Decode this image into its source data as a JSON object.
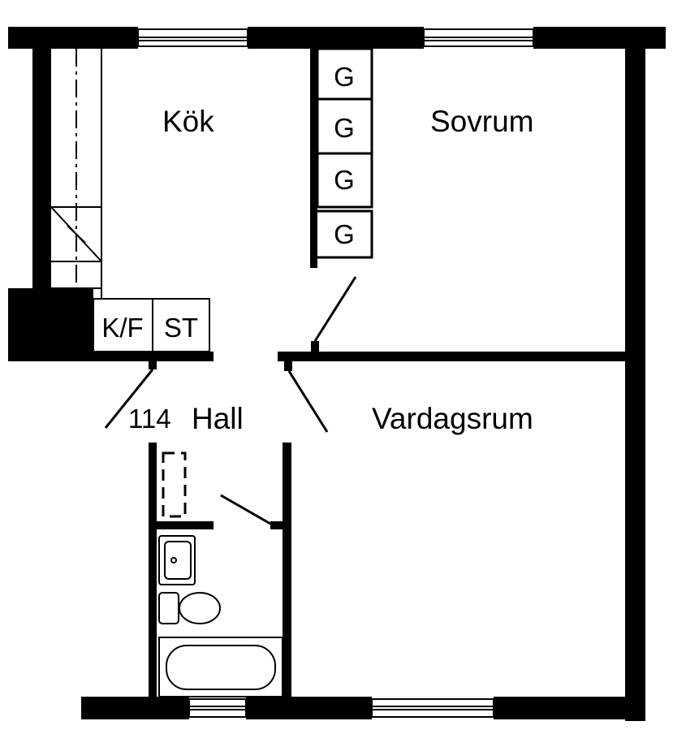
{
  "rooms": {
    "kitchen": "Kök",
    "bedroom": "Sovrum",
    "hall_number": "114",
    "hall": "Hall",
    "living": "Vardagsrum"
  },
  "fixtures": {
    "wardrobe": [
      "G",
      "G",
      "G",
      "G"
    ],
    "fridge": "K/F",
    "stove": "ST"
  },
  "colors": {
    "wall": "#000000",
    "background": "#ffffff"
  }
}
